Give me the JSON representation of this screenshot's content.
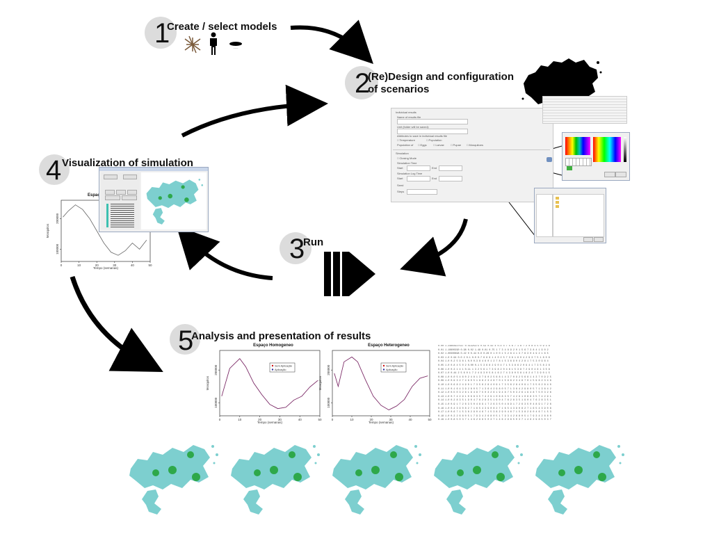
{
  "steps": [
    {
      "num": "1",
      "title": "Create / select models"
    },
    {
      "num": "2",
      "title_line1": "(Re)Design and configuration",
      "title_line2": "of scenarios"
    },
    {
      "num": "3",
      "title": "Run"
    },
    {
      "num": "4",
      "title": "Visualization of simulation"
    },
    {
      "num": "5",
      "title": "Analysis and presentation of results"
    }
  ],
  "model_icons": [
    "mosquito-icon",
    "person-icon",
    "disc-icon"
  ],
  "results": {
    "chart_data": [
      {
        "type": "line",
        "title": "Espaço Homogeneo",
        "xlabel": "Tempo (semanas)",
        "ylabel": "Mosquitos",
        "xlim": [
          0,
          50
        ],
        "x_ticks": [
          "0",
          "10",
          "20",
          "30",
          "40",
          "50"
        ],
        "y_ticks": [
          "100000",
          "200000"
        ],
        "legend": "top-right",
        "series": [
          {
            "name": "Sem Aplicação",
            "color": "#d01010",
            "x": [
              1,
              5,
              10,
              13,
              17,
              21,
              25,
              29,
              33,
              37,
              41,
              45,
              49
            ],
            "y": [
              120000,
              205000,
              235000,
              210000,
              160000,
              125000,
              95000,
              82000,
              86000,
              108000,
              120000,
              148000,
              168000
            ]
          },
          {
            "name": "Aplicação",
            "color": "#3030a0",
            "x": [
              1,
              5,
              10,
              13,
              17,
              21,
              25,
              29,
              33,
              37,
              41,
              45,
              49
            ],
            "y": [
              120000,
              205000,
              235000,
              210000,
              160000,
              125000,
              95000,
              82000,
              86000,
              108000,
              120000,
              148000,
              168000
            ]
          }
        ]
      },
      {
        "type": "line",
        "title": "Espaço Heterogeneo",
        "xlabel": "Tempo (semanas)",
        "ylabel": "Mosquitos",
        "xlim": [
          0,
          50
        ],
        "x_ticks": [
          "0",
          "10",
          "20",
          "30",
          "40",
          "50"
        ],
        "y_ticks": [
          "100000",
          "200000"
        ],
        "legend": "top-right",
        "series": [
          {
            "name": "Sem Aplicação",
            "color": "#d01010",
            "x": [
              1,
              3,
              6,
              10,
              13,
              17,
              21,
              25,
              29,
              33,
              37,
              41,
              45,
              49
            ],
            "y": [
              190000,
              150000,
              225000,
              240000,
              225000,
              170000,
              120000,
              92000,
              78000,
              90000,
              110000,
              150000,
              175000,
              182000
            ]
          },
          {
            "name": "Aplicação",
            "color": "#3030a0",
            "x": [
              1,
              3,
              6,
              10,
              13,
              17,
              21,
              25,
              29,
              33,
              37,
              41,
              45,
              49
            ],
            "y": [
              190000,
              150000,
              225000,
              240000,
              225000,
              170000,
              120000,
              92000,
              78000,
              90000,
              110000,
              150000,
              175000,
              182000
            ]
          }
        ]
      }
    ],
    "raw_text_lines": [
      "0.00 1.24883927537 0.51325273 0.53 0.42 4 0.4 4 7 5 6 7 1 8 7 2 0 8 4 5 0 9 3 8",
      "0.01 1.10800290 0.98 0.02 1.48 0.01 0.75 1 7 3 4 8 9 2 0 1 5 6 7 3 8 4 1 9 0 2",
      "0.02 1.00300898 0.22 0 0.44 0.0 0.26 0 1 0 0 1 5 2 8 4 1 3 7 6 3 0 4 9 2 1 6 5",
      "0.03 1.0 0.94 0.0 2 0.1 0.0 0.7 6 8 9 1 4 0 2 5 7 3 8 1 6 0 4 2 9 3 7 5 1 8 0 6",
      "0.04 1.0 0.2 5 9 8 1 0.0 0.3 8 4 6 0 1 2 7 8 1 5 3 6 9 0 4 2 8 1 7 5 3 0 9 6 4",
      "0.05 1.0 0.8 4 5 0 2 0.00 0.1 5 3 6 8 2 9 0 4 7 1 5 3 8 6 2 0 9 4 1 7 3 5 8 2 6",
      "0.06 1.0 0.3 1 4 1 0.11 1 3 2 5 6 1 7 3 9 8 2 0 4 6 1 5 3 8 7 2 9 0 4 6 1 3 5 8",
      "0.07 1.0 0.44 2 5 6 0 1 7 2 4 9 3 0 5 8 1 6 2 7 4 3 9 0 5 8 1 6 2 4 7 3 9 0 1 5",
      "0.08 1.0 0.0 5 4 6 0 2 4 8 1 3 7 9 0 2 5 6 8 1 4 3 7 0 9 2 5 6 8 1 4 3 7 0 9 2 5",
      "0.09 1.0 0.9 3 2 7 4 8 0 5 1 9 6 2 3 4 8 7 0 1 5 9 6 2 3 4 8 7 0 1 5 9 6 2 3 4 8",
      "0.10 1.0 0.6 8 2 4 9 0 1 7 3 5 6 2 8 4 0 9 1 7 3 5 6 2 8 4 0 9 1 7 3 5 6 2 8 4 0",
      "0.11 1.0 0.1 6 4 3 9 2 8 0 5 7 1 3 6 4 2 9 8 0 5 7 1 3 6 4 2 9 8 0 5 7 1 3 6 4 2",
      "0.12 1.0 0.5 0 3 2 6 1 9 4 8 7 5 0 3 2 6 1 9 4 8 7 5 0 3 2 6 1 9 4 8 7 5 0 3 2 6",
      "0.13 1.0 0.7 4 2 9 1 0 6 8 3 5 7 4 2 9 1 0 6 8 3 5 7 4 2 9 1 0 6 8 3 5 7 4 2 9 1",
      "0.14 1.0 0.2 8 3 5 1 9 0 4 7 6 2 8 3 5 1 9 0 4 7 6 2 8 3 5 1 9 0 4 7 6 2 8 3 5 1",
      "0.15 1.0 0.9 1 7 2 6 3 5 0 4 8 9 1 7 2 6 3 5 0 4 8 9 1 7 2 6 3 5 0 4 8 9 1 7 2 6",
      "0.16 1.0 0.4 3 9 0 8 2 7 1 6 5 4 3 9 0 8 2 7 1 6 5 4 3 9 0 8 2 7 1 6 5 4 3 9 0 8",
      "0.17 1.0 0.6 7 1 5 3 8 2 9 0 4 6 7 1 5 3 8 2 9 0 4 6 7 1 5 3 8 2 9 0 4 6 7 1 5 3",
      "0.18 1.0 0.3 2 6 8 0 5 1 7 9 3 4 2 6 8 0 5 1 7 9 3 4 2 6 8 0 5 1 7 9 3 4 2 6 8 0",
      "0.19 1.0 0.8 5 0 3 7 1 4 6 2 9 8 5 0 3 7 1 4 6 2 9 8 5 0 3 7 1 4 6 2 9 8 5 0 3 7"
    ]
  },
  "viz": {
    "chart_data": {
      "type": "line",
      "title": "Espaç",
      "xlabel": "Tempo (semanas)",
      "ylabel": "Mosquitos",
      "xlim": [
        0,
        50
      ],
      "x_ticks": [
        "0",
        "10",
        "20",
        "30",
        "40",
        "50"
      ],
      "y_ticks": [
        "100000",
        "200000"
      ],
      "series": [
        {
          "color": "#555555",
          "x": [
            1,
            4,
            8,
            12,
            16,
            20,
            24,
            28,
            32,
            36,
            40,
            44,
            48
          ],
          "y": [
            205000,
            225000,
            245000,
            230000,
            200000,
            160000,
            120000,
            90000,
            80000,
            95000,
            120000,
            100000,
            130000
          ]
        }
      ]
    }
  },
  "config_form": {
    "section1": "Individual results",
    "label_name": "Name of results file",
    "label_unit": "Unit (folder will be saved):",
    "label_attrs": "Attributes to save in individual results file",
    "chk_temperature": "Temperature",
    "chk_population": "Population",
    "label_population": "Population of",
    "chk_eggs": "Eggs",
    "chk_larvae": "Larvae",
    "chk_pupae": "Pupae",
    "chk_mosquitoes": "Mosquitoes",
    "section2": "Simulation",
    "chk_closing": "Closing Mode",
    "label_sim_time": "Simulation Time",
    "label_start": "Start",
    "label_end": "End",
    "label_log_time": "Simulation Log Time",
    "label_seed": "Seed",
    "label_steps": "Steps"
  }
}
